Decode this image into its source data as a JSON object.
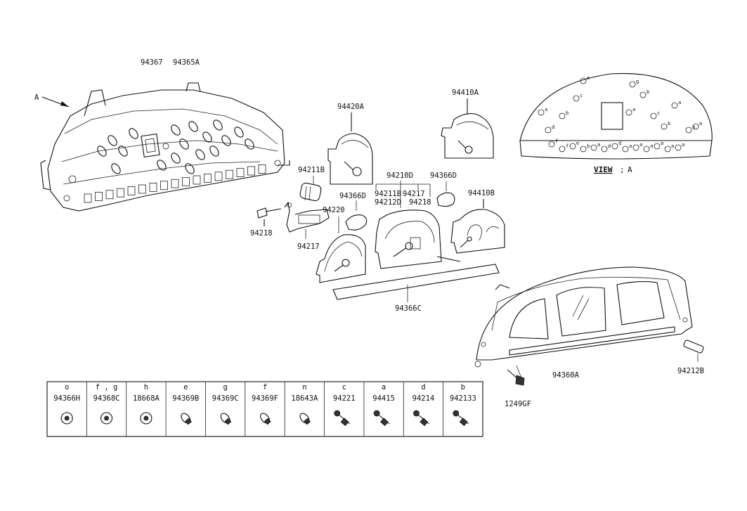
{
  "labels": {
    "p94367": "94367",
    "p94365A": "94365A",
    "arrowA": "A",
    "p94420A": "94420A",
    "p94410A": "94410A",
    "p94211B": "94211B",
    "p94210D": "94210D",
    "p94366D_r": "94366D",
    "p94366D_l": "94366D",
    "p94211B_b": "94211B",
    "p94217_c": "94217",
    "p94212D": "94212D",
    "p94218_c": "94218",
    "p94410B": "94410B",
    "p94220": "94220",
    "p94218": "94218",
    "p94217": "94217",
    "p94366C": "94366C",
    "p94360A": "94360A",
    "p94212B": "94212B",
    "p1249GF": "1249GF",
    "view_label": "VIEW",
    "view_sep": ";",
    "view_letter": "A"
  },
  "table": {
    "columns": [
      {
        "letter": "o",
        "part": "94366H"
      },
      {
        "letter": "f , g",
        "part": "94368C"
      },
      {
        "letter": "h",
        "part": "18668A"
      },
      {
        "letter": "e",
        "part": "94369B"
      },
      {
        "letter": "g",
        "part": "94369C"
      },
      {
        "letter": "f",
        "part": "94369F"
      },
      {
        "letter": "n",
        "part": "18643A"
      },
      {
        "letter": "c",
        "part": "94221"
      },
      {
        "letter": "a",
        "part": "94415"
      },
      {
        "letter": "d",
        "part": "94214"
      },
      {
        "letter": "b",
        "part": "942133"
      }
    ]
  },
  "view_letters": [
    "a",
    "d",
    "b",
    "c",
    "e",
    "g",
    "b",
    "c",
    "b",
    "a",
    "f",
    "f",
    "e",
    "b",
    "a",
    "d",
    "d",
    "a",
    "a",
    "a",
    "a",
    "a",
    "a",
    "a",
    "a",
    "a"
  ]
}
